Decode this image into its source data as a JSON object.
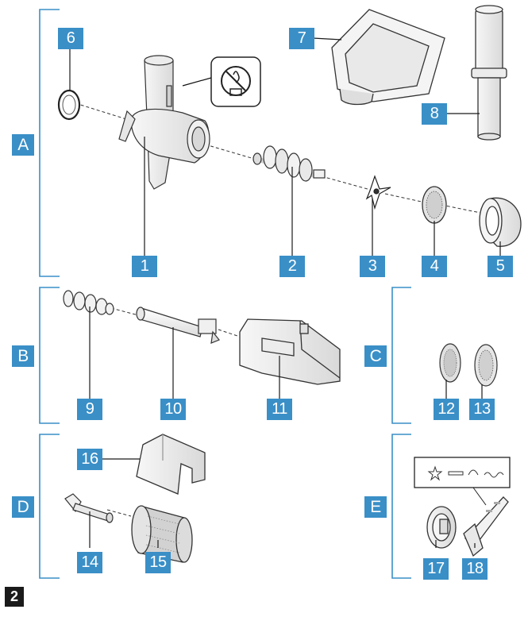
{
  "figure_number": "2",
  "sections": {
    "A": "A",
    "B": "B",
    "C": "C",
    "D": "D",
    "E": "E"
  },
  "parts": {
    "p1": "1",
    "p2": "2",
    "p3": "3",
    "p4": "4",
    "p5": "5",
    "p6": "6",
    "p7": "7",
    "p8": "8",
    "p9": "9",
    "p10": "10",
    "p11": "11",
    "p12": "12",
    "p13": "13",
    "p14": "14",
    "p15": "15",
    "p16": "16",
    "p17": "17",
    "p18": "18"
  },
  "colors": {
    "label_bg": "#3a8fc7",
    "label_text": "#ffffff",
    "bracket": "#3a8fc7",
    "line": "#1a1a1a"
  },
  "icons": [
    "no-dishwasher-icon",
    "star-shape-icon",
    "wave-shape-icon"
  ]
}
